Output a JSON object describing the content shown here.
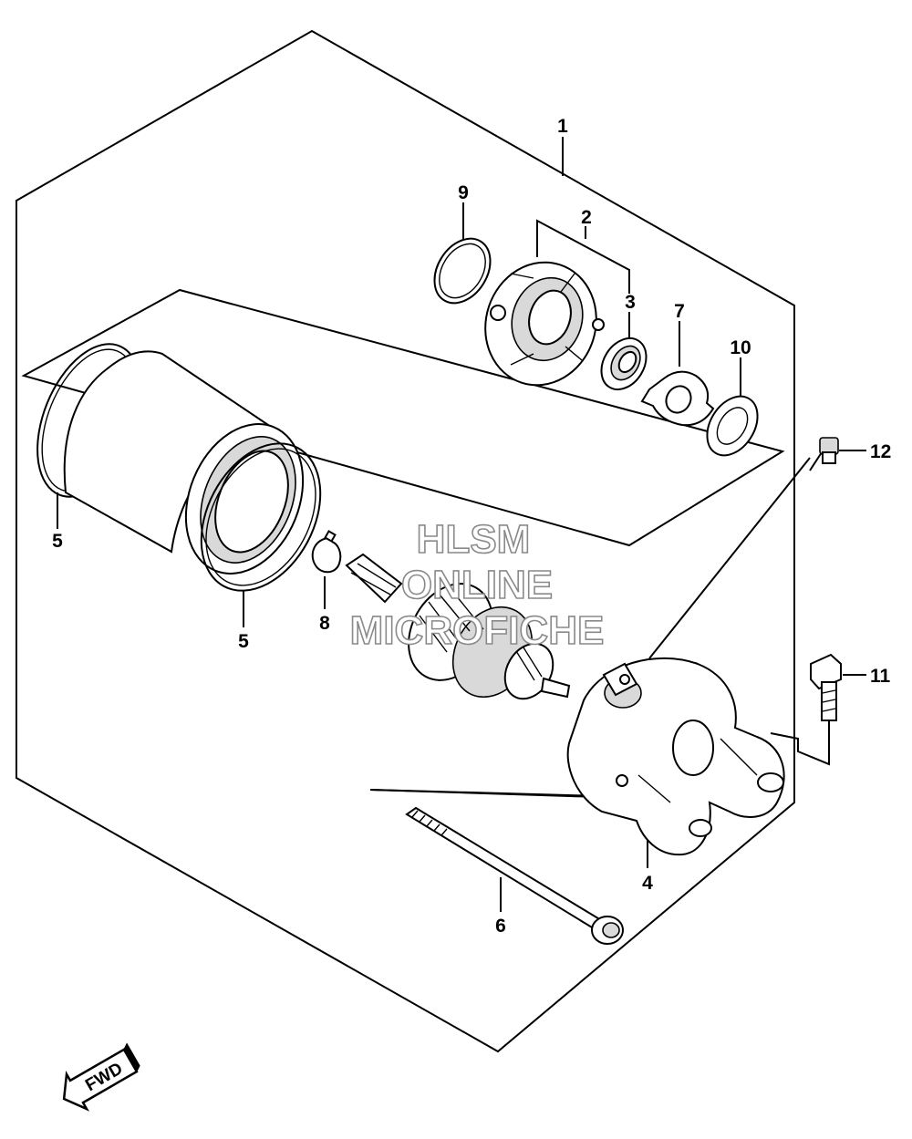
{
  "callouts": {
    "c1": "1",
    "c2": "2",
    "c3": "3",
    "c4": "4",
    "c5a": "5",
    "c5b": "5",
    "c6": "6",
    "c7": "7",
    "c8": "8",
    "c9": "9",
    "c10": "10",
    "c11": "11",
    "c12": "12"
  },
  "watermark": {
    "line1": "HLSM",
    "line2": "ONLINE",
    "line3": "MICROFICHE"
  },
  "fwd": {
    "label": "FWD"
  }
}
